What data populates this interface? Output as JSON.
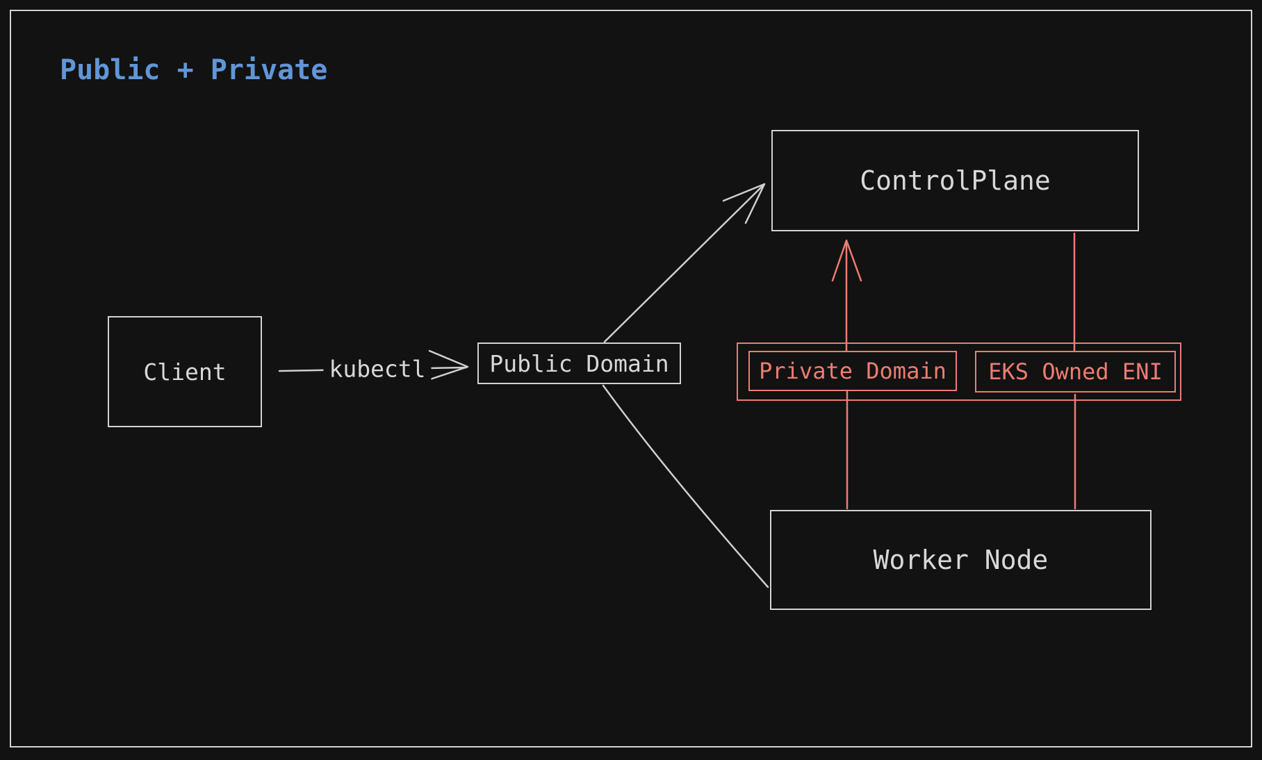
{
  "title": {
    "text": "Public + Private",
    "color": "#6096d8"
  },
  "nodes": {
    "client": {
      "label": "Client"
    },
    "public_domain": {
      "label": "Public Domain"
    },
    "control_plane": {
      "label": "ControlPlane"
    },
    "worker_node": {
      "label": "Worker Node"
    },
    "private_domain": {
      "label": "Private Domain"
    },
    "eks_owned_eni": {
      "label": "EKS Owned ENI"
    }
  },
  "edges": [
    {
      "from": "client",
      "to": "public_domain",
      "label": "kubectl",
      "arrow": "open",
      "color": "#cfcfcf"
    },
    {
      "from": "public_domain",
      "to": "control_plane",
      "label": "",
      "arrow": "open",
      "color": "#cfcfcf"
    },
    {
      "from": "public_domain",
      "to": "worker_node",
      "label": "",
      "arrow": "none",
      "color": "#cfcfcf"
    },
    {
      "from": "private_domain",
      "to": "control_plane",
      "label": "",
      "arrow": "open",
      "color": "#ee7c72"
    },
    {
      "from": "worker_node",
      "to": "private_domain",
      "label": "",
      "arrow": "none",
      "color": "#ee7c72"
    },
    {
      "from": "eks_owned_eni",
      "to": "control_plane",
      "label": "",
      "arrow": "none",
      "color": "#ee7c72"
    },
    {
      "from": "worker_node",
      "to": "eks_owned_eni",
      "label": "",
      "arrow": "none",
      "color": "#ee7c72"
    }
  ],
  "edge_labels": {
    "kubectl": "kubectl"
  },
  "colors": {
    "background": "#121212",
    "stroke_light": "#d2d2d2",
    "text_light": "#d8d8d8",
    "title_blue": "#6096d8",
    "private_red": "#ee7c72"
  }
}
